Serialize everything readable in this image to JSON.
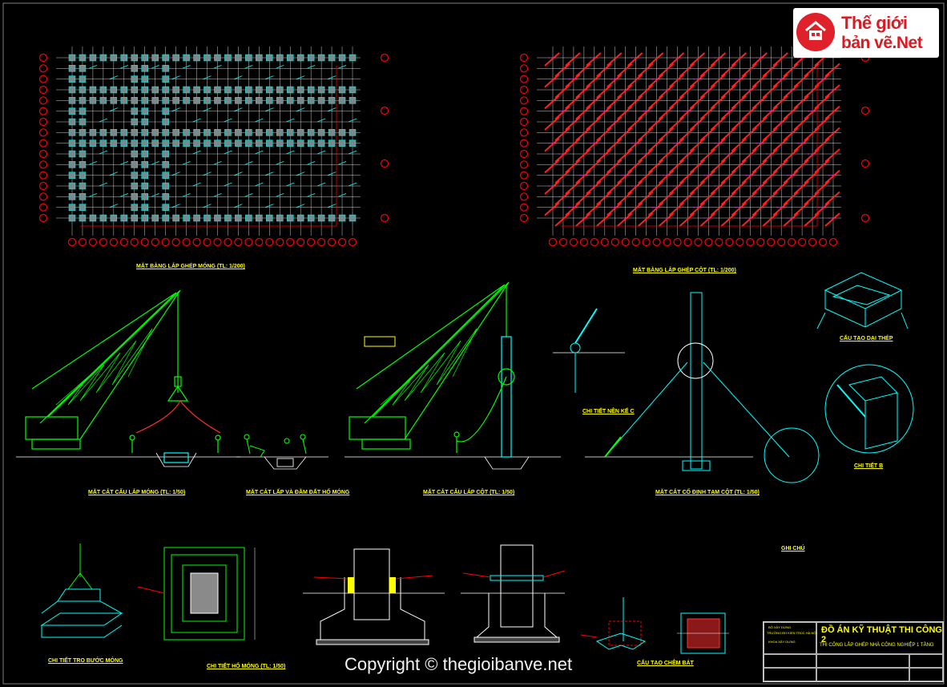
{
  "labels": {
    "foundation_plan": "MẶT BẰNG LẮP GHÉP MÓNG (TL: 1/200)",
    "column_plan": "MẶT BẰNG LẮP GHÉP CỘT (TL: 1/200)",
    "section_foundation": "MẶT CẮT CẨU LẮP MÓNG (TL: 1/50)",
    "section_fill": "MẶT CẮT LẤP VÀ ĐẦM ĐẤT HỐ MÓNG",
    "section_column": "MẶT CẮT CẨU LẮP CỘT (TL: 1/50)",
    "section_temp_fix": "MẶT CẮT CỐ ĐỊNH TẠM CỘT (TL: 1/50)",
    "detail_c": "CHI TIẾT NÊN KẾ C",
    "struct_detail": "CẤU TẠO DẠI THÉP",
    "detail_b": "CHI TIẾT B",
    "note": "GHI CHÚ",
    "detail_pit": "CHI TIẾT TRO BƯỚC MÓNG",
    "foundation_pit": "CHI TIẾT HỐ MÓNG (TL: 1/50)",
    "wedge_detail": "CẤU TẠO CHÊM BÁT"
  },
  "logo": {
    "line1": "Thế giới",
    "line2": "bản vẽ.Net"
  },
  "watermark": "Copyright © thegioibanve.net",
  "titleblock": {
    "title": "ĐỒ ÁN KỸ THUẬT THI CÔNG 2",
    "subtitle": "THI CÔNG LẮP GHÉP NHÀ CÔNG NGHIỆP 1 TẦNG",
    "org1": "BỘ XÂY DỰNG",
    "org2": "TRƯỜNG ĐH KIẾN TRÚC HÀ NỘI",
    "org3": "KHOA XÂY DỰNG"
  },
  "colors": {
    "background": "#000000",
    "crane": "#00ff00",
    "grid": "#ffffff",
    "axis_marker": "#ff0000",
    "detail": "#00ffff",
    "label": "#ffff00"
  }
}
